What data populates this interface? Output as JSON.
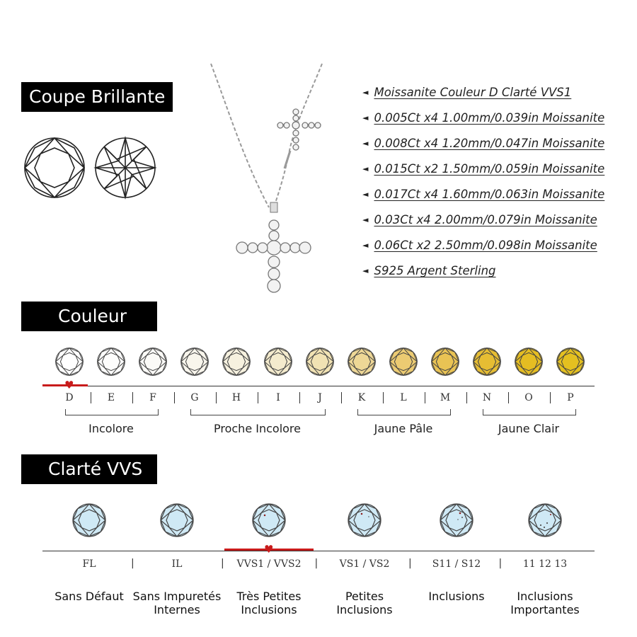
{
  "cut": {
    "title": "Coupe Brillante",
    "specs": [
      "Moissanite Couleur D Clarté VVS1",
      "0.005Ct x4  1.00mm/0.039in Moissanite",
      "0.008Ct x4  1.20mm/0.047in Moissanite",
      "0.015Ct x2  1.50mm/0.059in Moissanite",
      "0.017Ct x4  1.60mm/0.063in Moissanite",
      "0.03Ct x4  2.00mm/0.079in Moissanite",
      "0.06Ct x2  2.50mm/0.098in Moissanite",
      "S925 Argent Sterling"
    ],
    "arrow_glyph": "◄"
  },
  "color": {
    "title": "Couleur",
    "grades": [
      "D",
      "E",
      "F",
      "G",
      "H",
      "I",
      "J",
      "K",
      "L",
      "M",
      "N",
      "O",
      "P"
    ],
    "swatches": [
      "#ffffff",
      "#fdfdfc",
      "#fbfaf7",
      "#f8f5ec",
      "#f6f1df",
      "#f4ebcd",
      "#f1e2b3",
      "#eed796",
      "#eccb72",
      "#e9c354",
      "#e6bd33",
      "#e5bd22",
      "#e4c020"
    ],
    "selected_index": 0,
    "groups": [
      {
        "label": "Incolore",
        "from": 0,
        "to": 2
      },
      {
        "label": "Proche Incolore",
        "from": 3,
        "to": 6
      },
      {
        "label": "Jaune Pâle",
        "from": 7,
        "to": 9
      },
      {
        "label": "Jaune Clair",
        "from": 10,
        "to": 12
      }
    ]
  },
  "clarity": {
    "title": "Clarté VVS",
    "selected_index": 2,
    "grades": [
      {
        "code": "FL",
        "name_line1": "Sans Défaut",
        "name_line2": ""
      },
      {
        "code": "IL",
        "name_line1": "Sans Impuretés",
        "name_line2": "Internes"
      },
      {
        "code": "VVS1 / VVS2",
        "name_line1": "Très Petites",
        "name_line2": "Inclusions"
      },
      {
        "code": "VS1 / VS2",
        "name_line1": "Petites",
        "name_line2": "Inclusions"
      },
      {
        "code": "S11 / S12",
        "name_line1": "Inclusions",
        "name_line2": ""
      },
      {
        "code": "11 12 13",
        "name_line1": "Inclusions",
        "name_line2": "Importantes"
      }
    ],
    "separator": "|",
    "gem_fill": "#cfe9f5"
  },
  "accent_color": "#c81b1b"
}
